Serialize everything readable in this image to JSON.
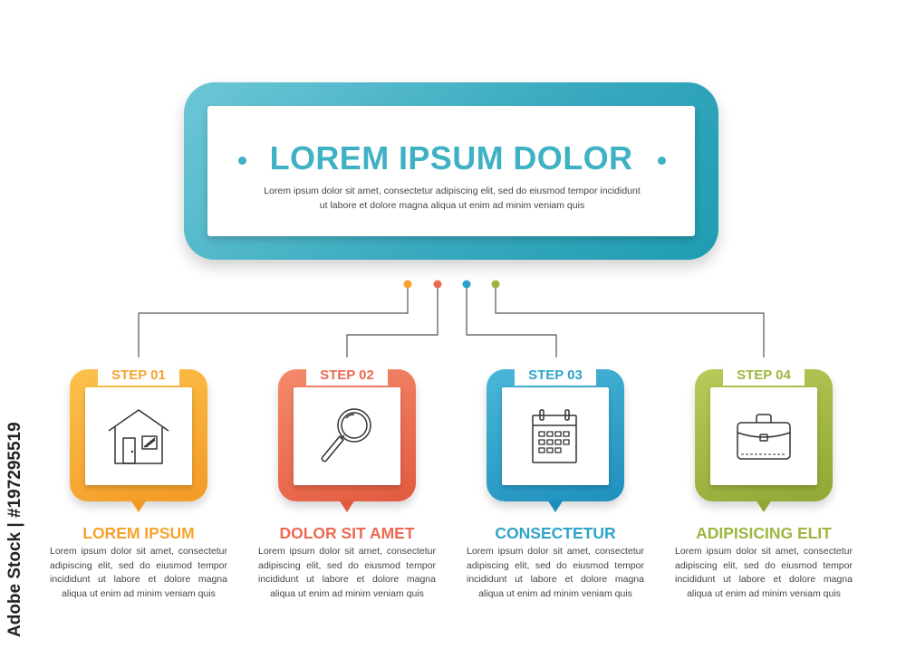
{
  "header": {
    "title": "LOREM IPSUM DOLOR",
    "description": "Lorem ipsum dolor sit amet, consectetur adipiscing elit, sed do eiusmod tempor incididunt ut labore et dolore magna aliqua ut enim ad minim veniam quis"
  },
  "steps": [
    {
      "label": "STEP 01",
      "heading": "LOREM IPSUM",
      "description": "Lorem ipsum dolor sit amet, consectetur adipiscing elit, sed do eiusmod tempor incididunt ut labore et dolore magna aliqua ut enim ad minim veniam quis",
      "icon": "house-icon",
      "color": "#f7a22f"
    },
    {
      "label": "STEP 02",
      "heading": "DOLOR SIT AMET",
      "description": "Lorem ipsum dolor sit amet, consectetur adipiscing elit, sed do eiusmod tempor incididunt ut labore et dolore magna aliqua ut enim ad minim veniam quis",
      "icon": "magnifier-icon",
      "color": "#ec6a52"
    },
    {
      "label": "STEP 03",
      "heading": "CONSECTETUR",
      "description": "Lorem ipsum dolor sit amet, consectetur adipiscing elit, sed do eiusmod tempor incididunt ut labore et dolore magna aliqua ut enim ad minim veniam quis",
      "icon": "calendar-icon",
      "color": "#2ea3c9"
    },
    {
      "label": "STEP 04",
      "heading": "ADIPISICING ELIT",
      "description": "Lorem ipsum dolor sit amet, consectetur adipiscing elit, sed do eiusmod tempor incididunt ut labore et dolore magna aliqua ut enim ad minim veniam quis",
      "icon": "briefcase-icon",
      "color": "#9cb63f"
    }
  ],
  "colors": {
    "header_accent": "#3fb1c4",
    "connector_line": "#555555"
  },
  "watermark": "Adobe Stock | #197295519"
}
